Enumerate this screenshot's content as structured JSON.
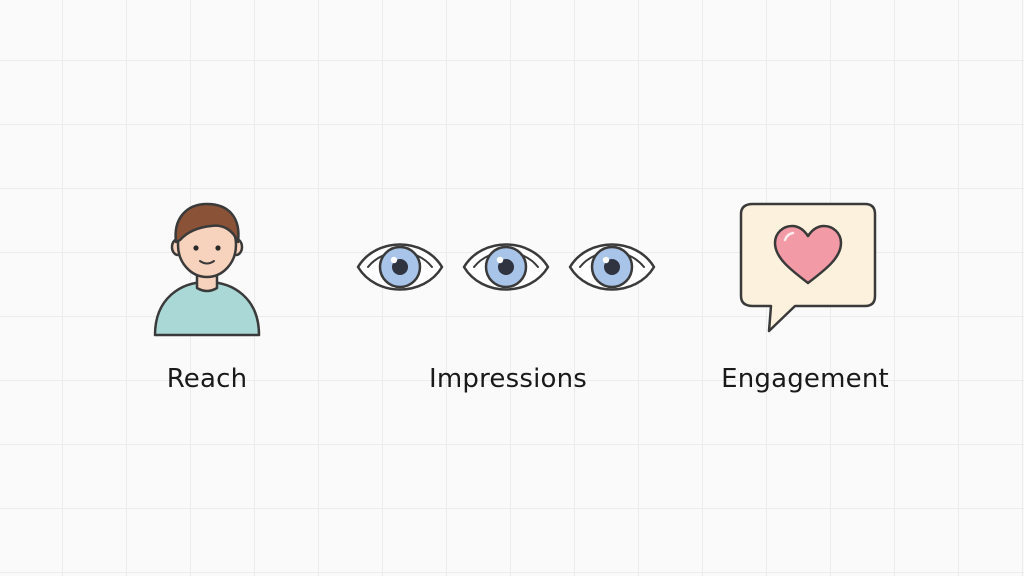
{
  "items": [
    {
      "label": "Reach",
      "icon": "person-icon"
    },
    {
      "label": "Impressions",
      "icon": "eye-icon"
    },
    {
      "label": "Engagement",
      "icon": "heart-speech-bubble-icon"
    }
  ],
  "colors": {
    "outline": "#3a3a3a",
    "skin": "#f7d3bd",
    "hair": "#8a5236",
    "shirt": "#a9d8d6",
    "iris": "#a8c4e8",
    "bubble": "#fcf1dc",
    "heart": "#f29aa6"
  }
}
